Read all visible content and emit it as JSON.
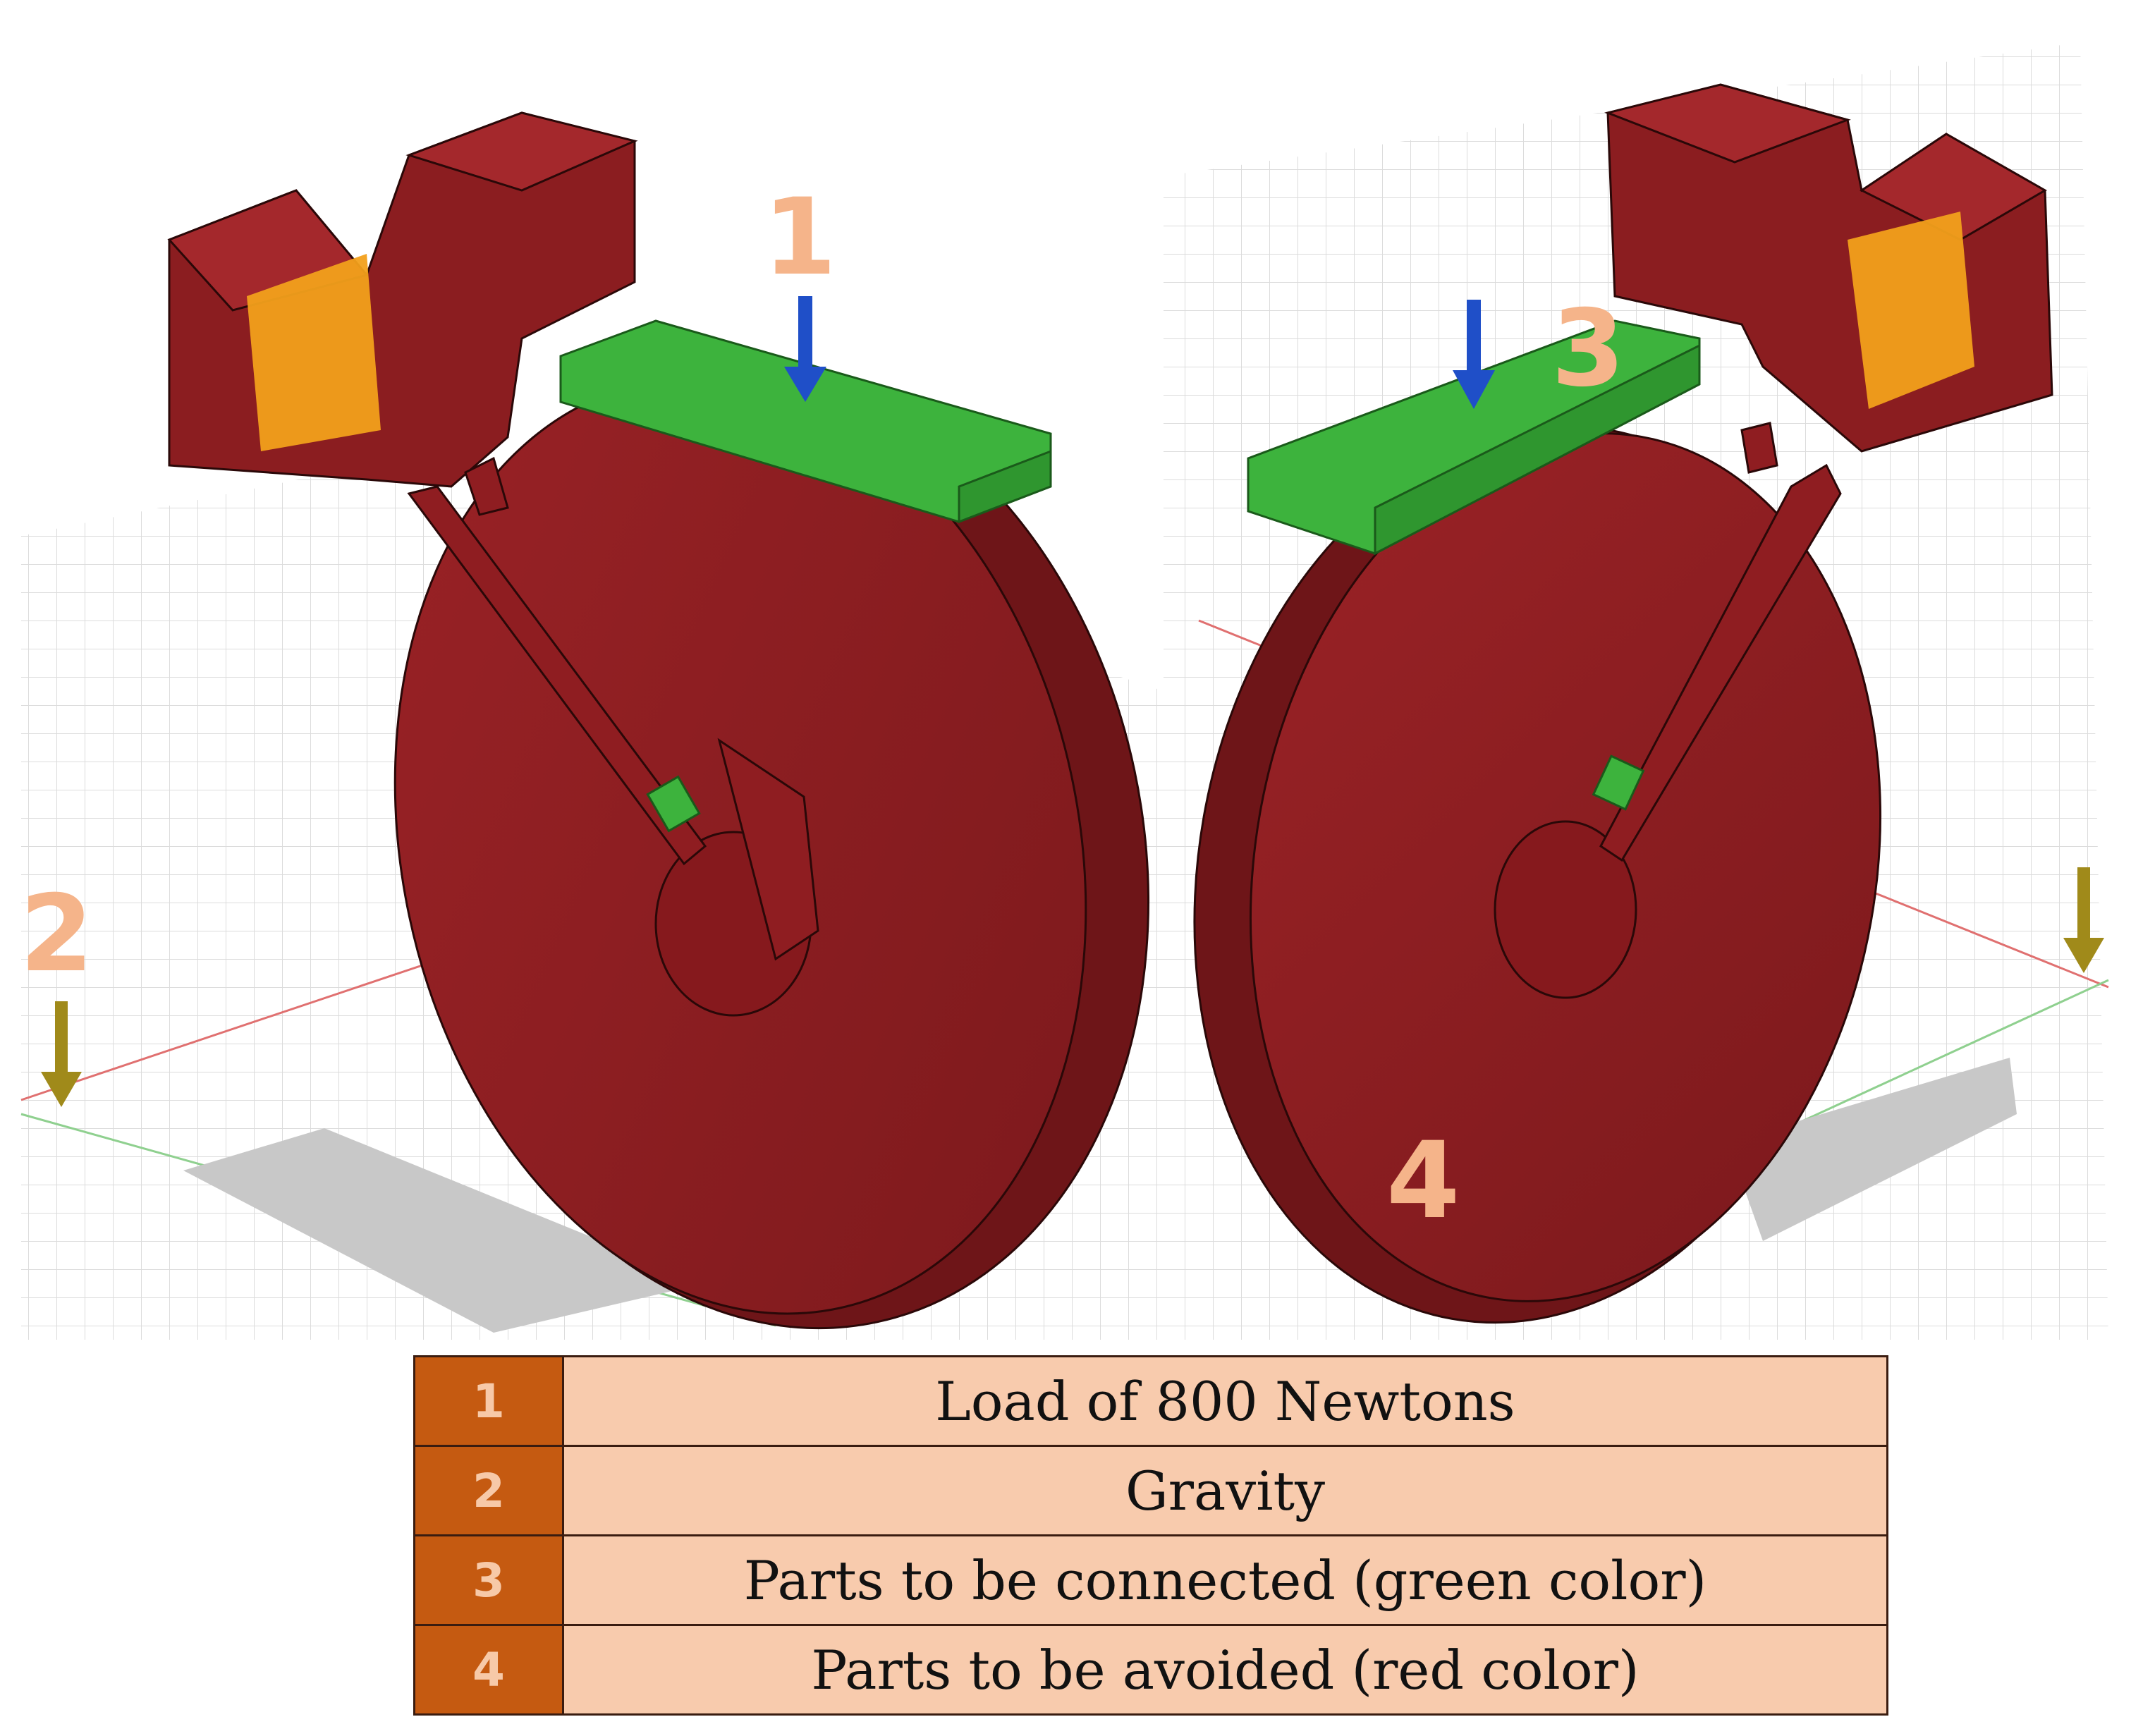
{
  "markers": {
    "m1": "1",
    "m2": "2",
    "m3": "3",
    "m4": "4"
  },
  "legend": [
    {
      "number": "1",
      "text": "Load of 800 Newtons"
    },
    {
      "number": "2",
      "text": "Gravity"
    },
    {
      "number": "3",
      "text": "Parts to be connected (green color)"
    },
    {
      "number": "4",
      "text": "Parts to be avoided (red color)"
    }
  ],
  "colors": {
    "avoided_parts": "#8b1d20",
    "connected_parts": "#3db33d",
    "load_arrow": "#1f4fc8",
    "gravity_arrow": "#a08a1a",
    "marker_text": "#f5b48a",
    "legend_number_bg": "#c55a11",
    "legend_text_bg": "#f8cbad"
  },
  "icons": {
    "load": "down-arrow-icon",
    "gravity": "down-arrow-icon"
  }
}
